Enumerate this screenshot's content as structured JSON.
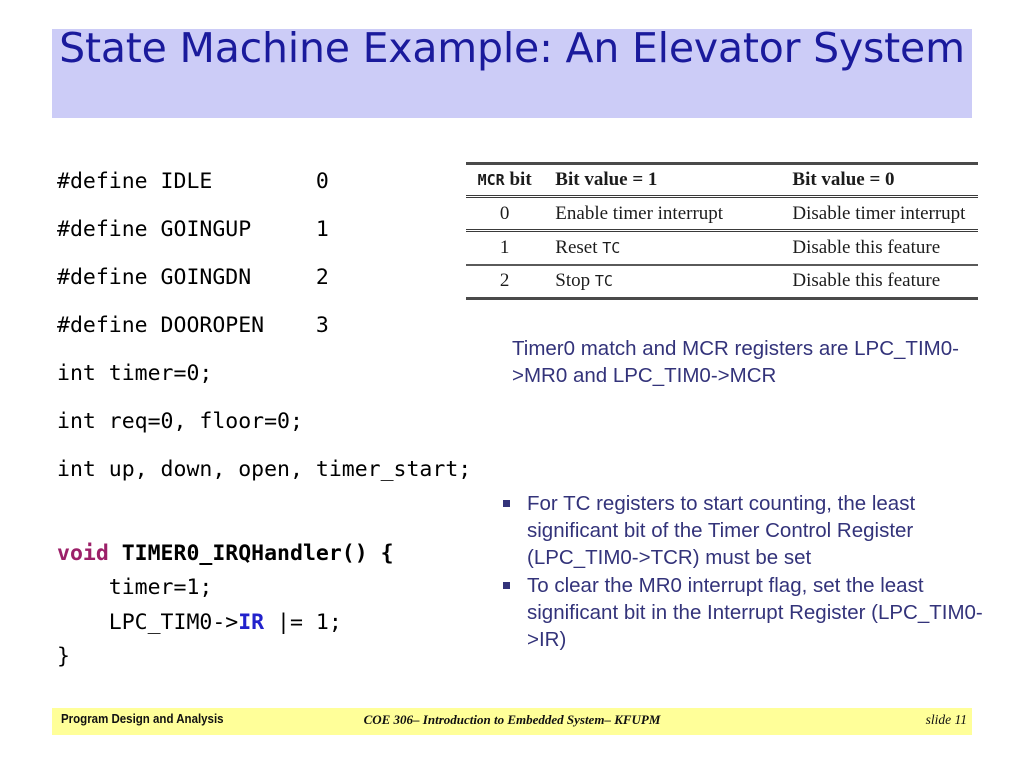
{
  "slide": {
    "title": "State Machine Example: An Elevator System",
    "background_color": "#ffffff",
    "title_band_color": "#ccccf7",
    "title_text_color": "#1a1a9c"
  },
  "code": {
    "defines": "#define IDLE        0\n#define GOINGUP     1\n#define GOINGDN     2\n#define DOOROPEN    3\nint timer=0;\nint req=0, floor=0;\nint up, down, open, timer_start;",
    "defines_lines": [
      "#define IDLE        0",
      "#define GOINGUP     1",
      "#define GOINGDN     2",
      "#define DOOROPEN    3",
      "int timer=0;",
      "int req=0, floor=0;",
      "int up, down, open, timer_start;"
    ],
    "handler": {
      "keyword": "void",
      "keyword_color": "#9c2069",
      "signature": " TIMER0_IRQHandler() {",
      "line_timer": "    timer=1;",
      "line_ir_prefix": "    LPC_TIM0->",
      "line_ir_ident": "IR",
      "line_ir_ident_color": "#2222cc",
      "line_ir_suffix": " |= 1;",
      "close_brace": "}"
    }
  },
  "mcr_table": {
    "headers": {
      "bit": "MCR bit",
      "one": "Bit value = 1",
      "zero": "Bit value = 0"
    },
    "header_bit_prefix": "MCR",
    "header_bit_suffix": " bit",
    "rows": [
      {
        "bit": "0",
        "one": "Enable timer interrupt",
        "one_mono": "",
        "zero": "Disable timer interrupt"
      },
      {
        "bit": "1",
        "one": "Reset ",
        "one_mono": "TC",
        "zero": "Disable this feature"
      },
      {
        "bit": "2",
        "one": "Stop ",
        "one_mono": "TC",
        "zero": "Disable this feature"
      }
    ]
  },
  "notes": {
    "caption": "Timer0 match and MCR registers are LPC_TIM0->MR0 and LPC_TIM0->MCR",
    "caption_color": "#33337a",
    "bullets": [
      "For TC registers to start counting, the least  significant bit of the Timer Control Register (LPC_TIM0->TCR) must be set",
      "To clear the MR0 interrupt flag, set the least significant bit in the Interrupt Register (LPC_TIM0->IR)"
    ]
  },
  "footer": {
    "left": "Program Design and Analysis",
    "center": "COE 306– Introduction to Embedded System– KFUPM",
    "right": "slide 11",
    "band_color": "#ffff99"
  }
}
